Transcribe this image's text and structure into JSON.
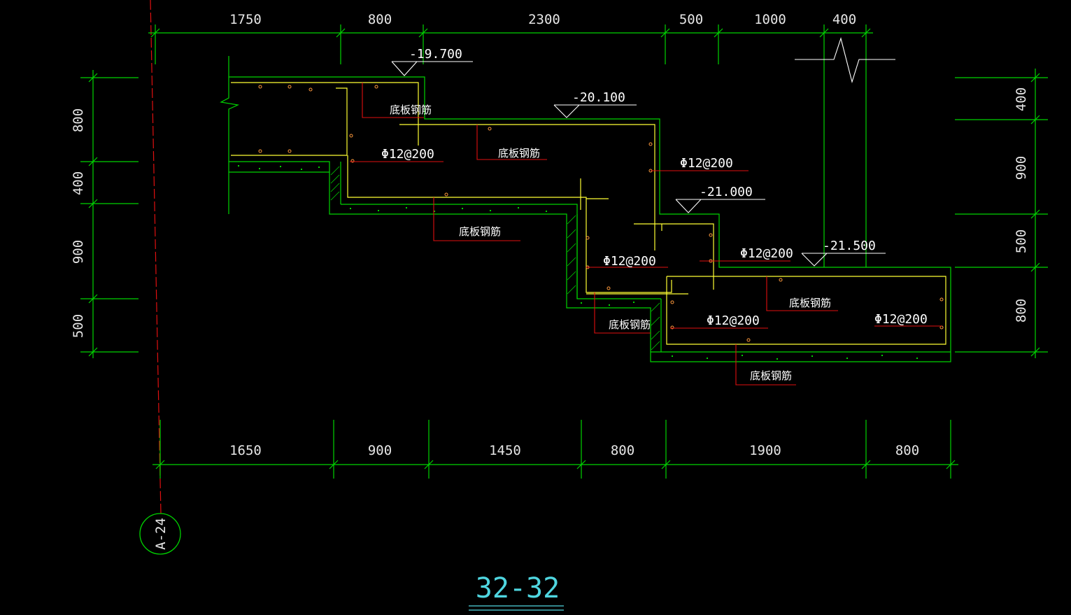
{
  "section_title": "32-32",
  "axis_label": "A-24",
  "top_dims": [
    "1750",
    "800",
    "2300",
    "500",
    "1000",
    "400"
  ],
  "bottom_dims": [
    "1650",
    "900",
    "1450",
    "800",
    "1900",
    "800"
  ],
  "left_dims": [
    "800",
    "400",
    "900",
    "500"
  ],
  "right_dims": [
    "400",
    "900",
    "500",
    "800"
  ],
  "elevations": [
    "-19.700",
    "-20.100",
    "-21.000",
    "-21.500"
  ],
  "rebar_labels": {
    "spec": "Φ12@200",
    "bottom_slab": "底板钢筋"
  },
  "colors": {
    "background": "#000000",
    "dimension": "#00d400",
    "rebar": "#ffff33",
    "leader": "#e01010",
    "title": "#4fd6e0"
  }
}
